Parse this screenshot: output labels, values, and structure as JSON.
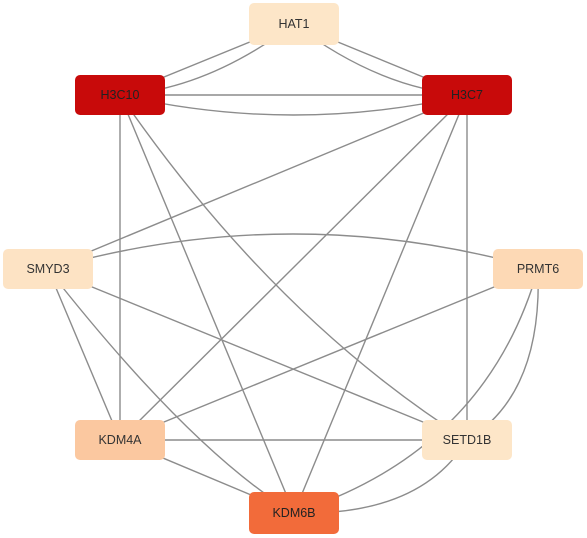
{
  "network": {
    "nodes": [
      {
        "id": "HAT1",
        "label": "HAT1",
        "color": "#fde6c8",
        "text_color": "#333333"
      },
      {
        "id": "H3C10",
        "label": "H3C10",
        "color": "#c80a0a",
        "text_color": "#222222"
      },
      {
        "id": "H3C7",
        "label": "H3C7",
        "color": "#c80a0a",
        "text_color": "#222222"
      },
      {
        "id": "SMYD3",
        "label": "SMYD3",
        "color": "#fde3c4",
        "text_color": "#333333"
      },
      {
        "id": "PRMT6",
        "label": "PRMT6",
        "color": "#fdd9b5",
        "text_color": "#333333"
      },
      {
        "id": "KDM4A",
        "label": "KDM4A",
        "color": "#fbc8a0",
        "text_color": "#333333"
      },
      {
        "id": "SETD1B",
        "label": "SETD1B",
        "color": "#fde6c8",
        "text_color": "#333333"
      },
      {
        "id": "KDM6B",
        "label": "KDM6B",
        "color": "#f26b3a",
        "text_color": "#222222"
      }
    ],
    "edges": [
      [
        "HAT1",
        "H3C10"
      ],
      [
        "HAT1",
        "H3C7"
      ],
      [
        "H3C10",
        "H3C7"
      ],
      [
        "H3C10",
        "KDM4A"
      ],
      [
        "H3C10",
        "KDM6B"
      ],
      [
        "H3C10",
        "SETD1B"
      ],
      [
        "H3C7",
        "SMYD3"
      ],
      [
        "H3C7",
        "KDM4A"
      ],
      [
        "H3C7",
        "KDM6B"
      ],
      [
        "H3C7",
        "SETD1B"
      ],
      [
        "SMYD3",
        "PRMT6"
      ],
      [
        "SMYD3",
        "KDM6B"
      ],
      [
        "SMYD3",
        "SETD1B"
      ],
      [
        "SMYD3",
        "KDM4A"
      ],
      [
        "PRMT6",
        "KDM4A"
      ],
      [
        "PRMT6",
        "KDM6B"
      ],
      [
        "PRMT6",
        "SETD1B"
      ],
      [
        "KDM4A",
        "SETD1B"
      ],
      [
        "KDM4A",
        "KDM6B"
      ],
      [
        "SETD1B",
        "KDM6B"
      ]
    ]
  }
}
